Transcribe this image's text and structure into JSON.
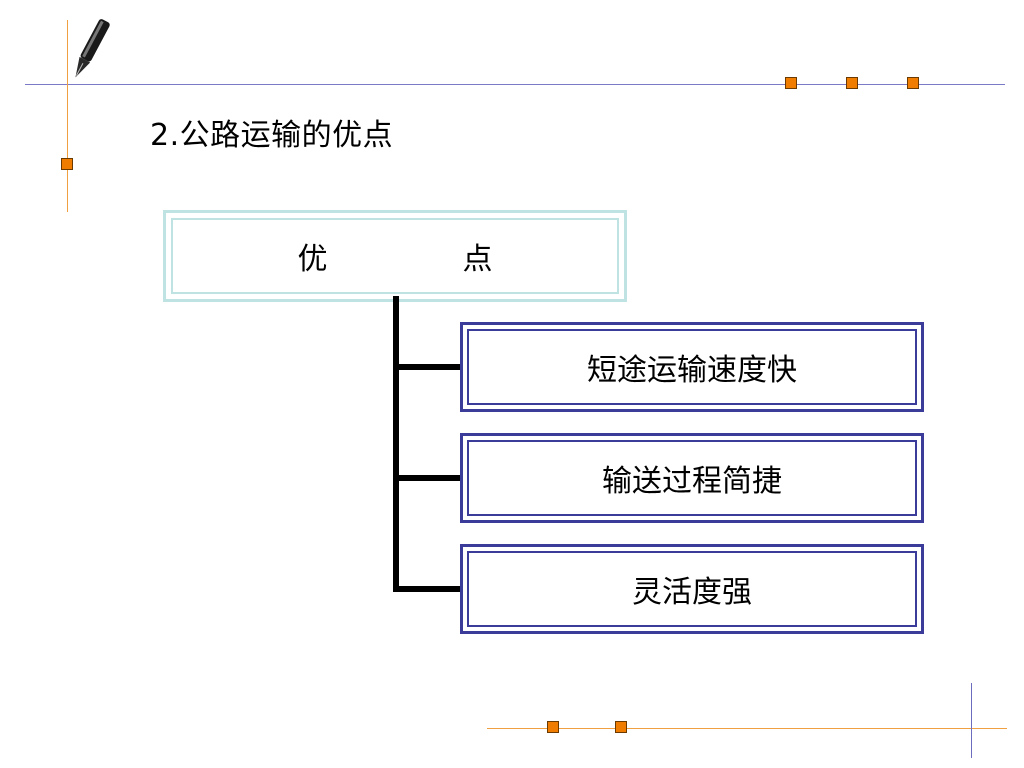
{
  "slide": {
    "title": "2.公路运输的优点",
    "accent_color": "#f07d00",
    "line_color_top": "#6d6dbf",
    "line_color_orange": "#f0a040"
  },
  "diagram": {
    "root": {
      "left": "优",
      "right": "点"
    },
    "children": [
      {
        "label": "短途运输速度快"
      },
      {
        "label": "输送过程简捷"
      },
      {
        "label": "灵活度强"
      }
    ]
  },
  "decor": {
    "pen_icon": "pen-icon"
  }
}
